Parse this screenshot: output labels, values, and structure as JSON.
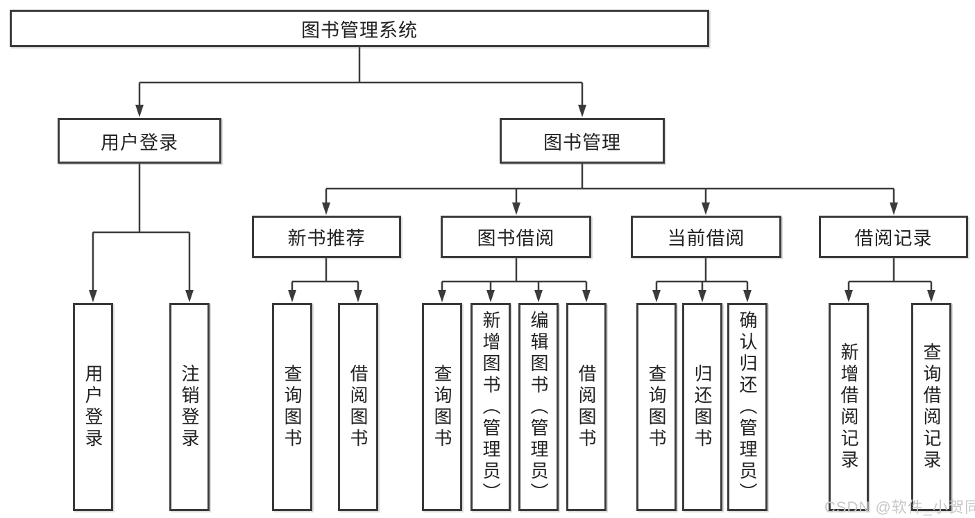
{
  "page": {
    "background": "#ffffff"
  },
  "colors": {
    "line": "#3b3b3b",
    "box_border": "#3b3b3b",
    "text": "#222222",
    "watermark": "#c8c8c8"
  },
  "watermark": {
    "text": "CSDN @软件_小贺同学"
  },
  "tree": {
    "label": "图书管理系统",
    "children": [
      {
        "label": "用户登录",
        "children": [
          {
            "label": "用户登录"
          },
          {
            "label": "注销登录"
          }
        ]
      },
      {
        "label": "图书管理",
        "children": [
          {
            "label": "新书推荐",
            "children": [
              {
                "label": "查询图书"
              },
              {
                "label": "借阅图书"
              }
            ]
          },
          {
            "label": "图书借阅",
            "children": [
              {
                "label": "查询图书"
              },
              {
                "label": "新增图书（管理员）"
              },
              {
                "label": "编辑图书（管理员）"
              },
              {
                "label": "借阅图书"
              }
            ]
          },
          {
            "label": "当前借阅",
            "children": [
              {
                "label": "查询图书"
              },
              {
                "label": "归还图书"
              },
              {
                "label": "确认归还（管理员）"
              }
            ]
          },
          {
            "label": "借阅记录",
            "children": [
              {
                "label": "新增借阅记录"
              },
              {
                "label": "查询借阅记录"
              }
            ]
          }
        ]
      }
    ]
  }
}
